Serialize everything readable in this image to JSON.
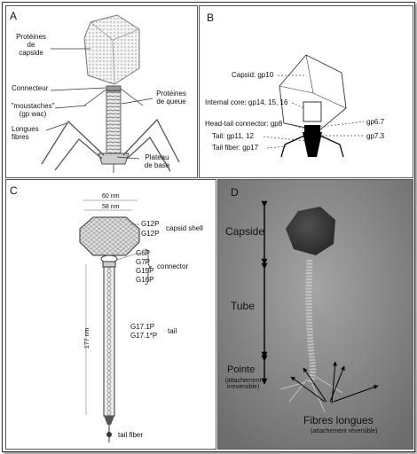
{
  "panelA": {
    "letter": "A",
    "capsid_proteins": [
      "Protéines",
      "de",
      "capside"
    ],
    "connector": "Connecteur",
    "whiskers": [
      "\"moustaches\"",
      "(gp wac)"
    ],
    "long_fibers": [
      "Longues",
      "fibres"
    ],
    "tail_proteins": [
      "Protéines",
      "de queue"
    ],
    "baseplate": [
      "Plateau",
      "de base"
    ]
  },
  "panelB": {
    "letter": "B",
    "labels": [
      "Capsid: gp10",
      "Internal core: gp14, 15, 16",
      "Head-tail connector: gp8",
      "Tail: gp11, 12",
      "Tail fiber: gp17"
    ],
    "right_labels": [
      "gp6.7",
      "gp7.3"
    ]
  },
  "panelC": {
    "letter": "C",
    "dim_top": "60 nm",
    "dim_head": "58 nm",
    "dim_tail": "177 nm",
    "capsid_proteins": [
      "G12P",
      "G12P"
    ],
    "capsid_label": "capsid shell",
    "connector_proteins": [
      "G6P",
      "G7P",
      "G15P",
      "G16P"
    ],
    "connector_label": "connector",
    "tail_proteins": [
      "G17.1P",
      "G17.1*P"
    ],
    "tail_label": "tail",
    "fiber_label": "tail fiber"
  },
  "panelD": {
    "letter": "D",
    "capsid": "Capside",
    "tube": "Tube",
    "tip": "Pointe",
    "tip_note": [
      "(attachement",
      "irreversible)"
    ],
    "fibers": "Fibres longues",
    "fibers_note": "(attachement réversible)"
  },
  "colors": {
    "frame": "#333333",
    "micrograph_bg": "#8a8a8a",
    "ink": "#111111"
  }
}
